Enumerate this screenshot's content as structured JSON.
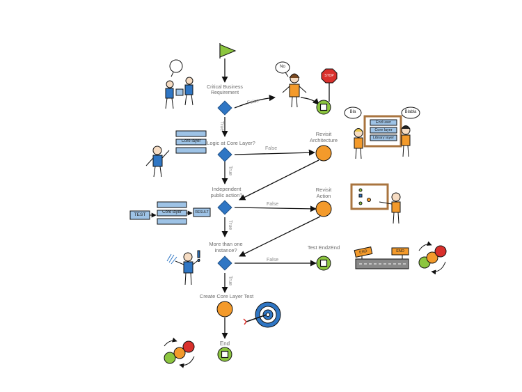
{
  "nodes": {
    "critical": "Critical Business\nRequirement",
    "logic": "Logic at Core Layer?",
    "independent": "Independent\npublic action?",
    "more": "More than one\ninstance?",
    "create_test": "Create Core Layer Test",
    "end": "End",
    "revisit_arch": "Revisit\nArchitecture",
    "revisit_action": "Revisit\nAction",
    "test_e2e": "Test EndzEnd"
  },
  "edges": {
    "true_label": "True",
    "false_label": "False"
  },
  "illustrations": {
    "no_bubble": "No",
    "stop_sign": "STOP",
    "bla_bubble": "Bla",
    "blabla_bubble": "Blabla",
    "board_layers": [
      "End user",
      "Core layer",
      "Library layer"
    ],
    "core_layer_stack_1": "Core layer",
    "test_box": "TEST",
    "core_layer_stack_2": "Core layer",
    "result_box": "RESULT",
    "end_sign_1": "END",
    "end_sign_2": "END"
  },
  "colors": {
    "decision": "#2f76c4",
    "process": "#f39a2b",
    "terminal": "#8cc63f",
    "start_flag": "#8cc63f",
    "stack_box": "#9ec3e6"
  }
}
